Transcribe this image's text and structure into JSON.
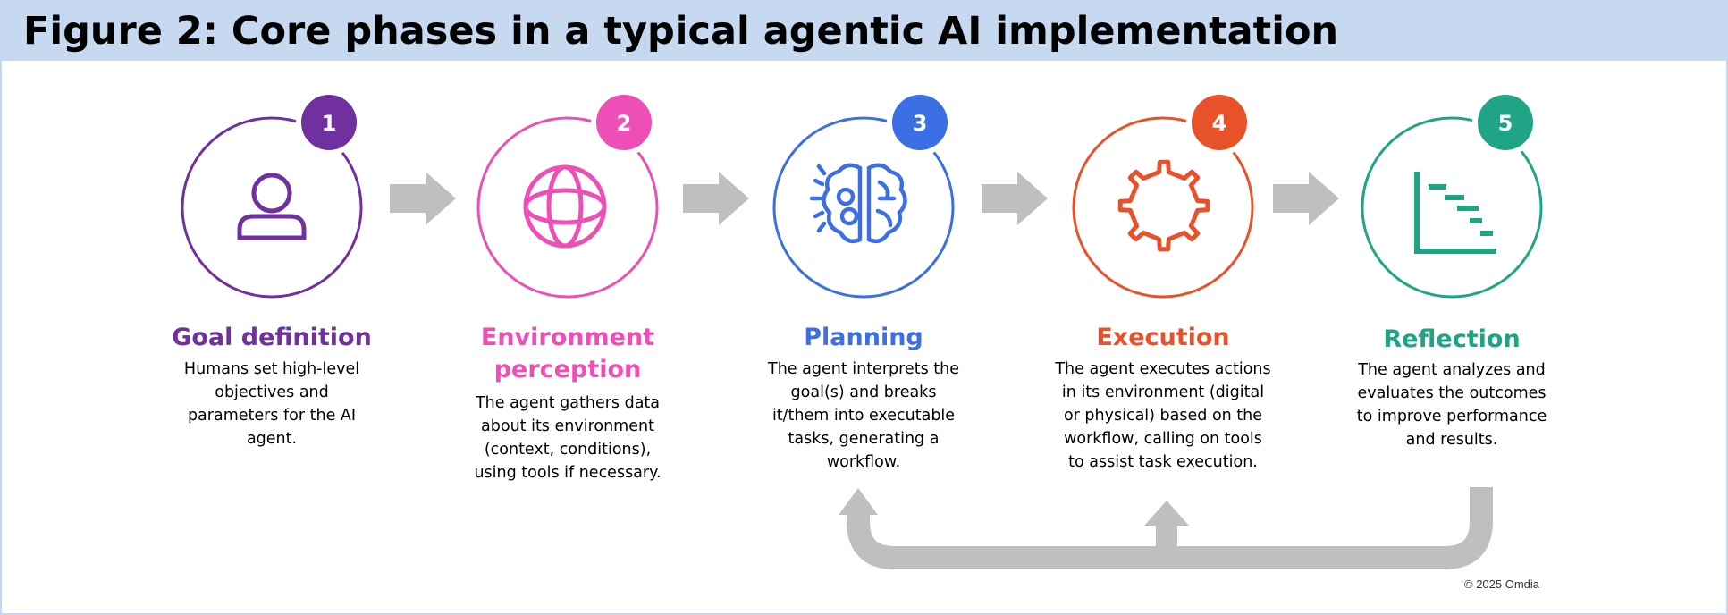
{
  "figure": {
    "title": "Figure 2: Core phases in a typical agentic AI implementation",
    "copyright": "© 2025 Omdia"
  },
  "colors": {
    "title_bar": "#c6d9f1",
    "arrow": "#bfbfbf",
    "phase1": "#7030a0",
    "phase2": "#ee4fb7",
    "phase3": "#3b6fe3",
    "phase4": "#e8522b",
    "phase5": "#1fa586"
  },
  "phases": [
    {
      "number": "1",
      "icon": "person-icon",
      "label": "Goal definition",
      "description": "Humans set high-level\nobjectives and\nparameters for the AI\nagent."
    },
    {
      "number": "2",
      "icon": "globe-icon",
      "label": "Environment\nperception",
      "description": "The agent gathers data\nabout its environment\n(context, conditions),\nusing tools if necessary."
    },
    {
      "number": "3",
      "icon": "brain-icon",
      "label": "Planning",
      "description": "The agent interprets the\ngoal(s) and breaks\nit/them into executable\ntasks, generating a\nworkflow."
    },
    {
      "number": "4",
      "icon": "gear-icon",
      "label": "Execution",
      "description": "The agent executes actions\nin its environment (digital\nor physical) based on the\nworkflow, calling on tools\nto assist task execution."
    },
    {
      "number": "5",
      "icon": "gantt-chart-icon",
      "label": "Reflection",
      "description": "The agent analyzes and\nevaluates the outcomes\nto improve performance\nand results."
    }
  ]
}
